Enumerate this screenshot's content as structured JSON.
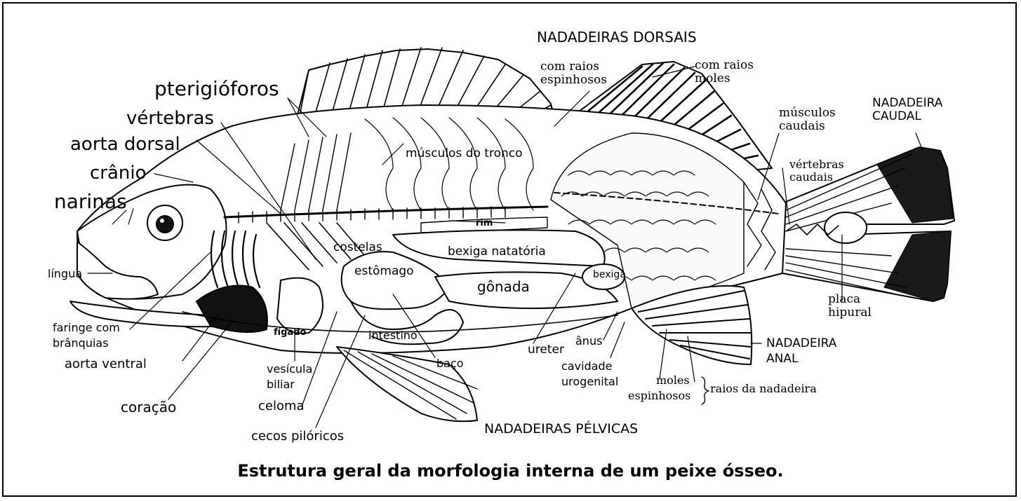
{
  "caption": "Estrutura geral da morfologia interna de um peixe ósseo.",
  "labels": {
    "nadadeiras_dorsais": "NADADEIRAS DORSAIS",
    "com_raios_espinhosos": "com raios\nespinhosos",
    "com_raios_moles": "com raios\nmoles",
    "musculos_caudais": "músculos\ncaudais",
    "nadadeira_caudal": "NADADEIRA\nCAUDAL",
    "vertebras_caudais": "vértebras\ncaudais",
    "pterigioforos": "pterigióforos",
    "vertebras": "vértebras",
    "aorta_dorsal": "aorta dorsal",
    "cranio": "crânio",
    "narinas": "narinas",
    "musculos_do_tronco": "músculos do tronco",
    "rim": "rim",
    "costelas": "costelas",
    "bexiga_natatoria": "bexiga natatória",
    "estomago": "estômago",
    "gonada": "gônada",
    "bexiga": "bexiga",
    "lingua": "língua",
    "faringe_com_branquias": "faringe com\nbrânquias",
    "aorta_ventral": "aorta ventral",
    "figado": "fígado",
    "intestino": "intestino",
    "ureter": "ureter",
    "anus": "ânus",
    "cavidade_urogenital": "cavidade\nurogenital",
    "vesicula_biliar": "vesícula\nbiliar",
    "baco": "baço",
    "celoma": "celoma",
    "coracao": "coração",
    "cecos_piloricos": "cecos pilóricos",
    "nadadeiras_pelvicas": "NADADEIRAS PÉLVICAS",
    "moles": "moles",
    "espinhosos": "espinhosos",
    "raios_da_nadadeira": "raios da nadadeira",
    "placa_hipural": "placa\nhipural",
    "nadadeira_anal": "NADADEIRA\nANAL"
  }
}
